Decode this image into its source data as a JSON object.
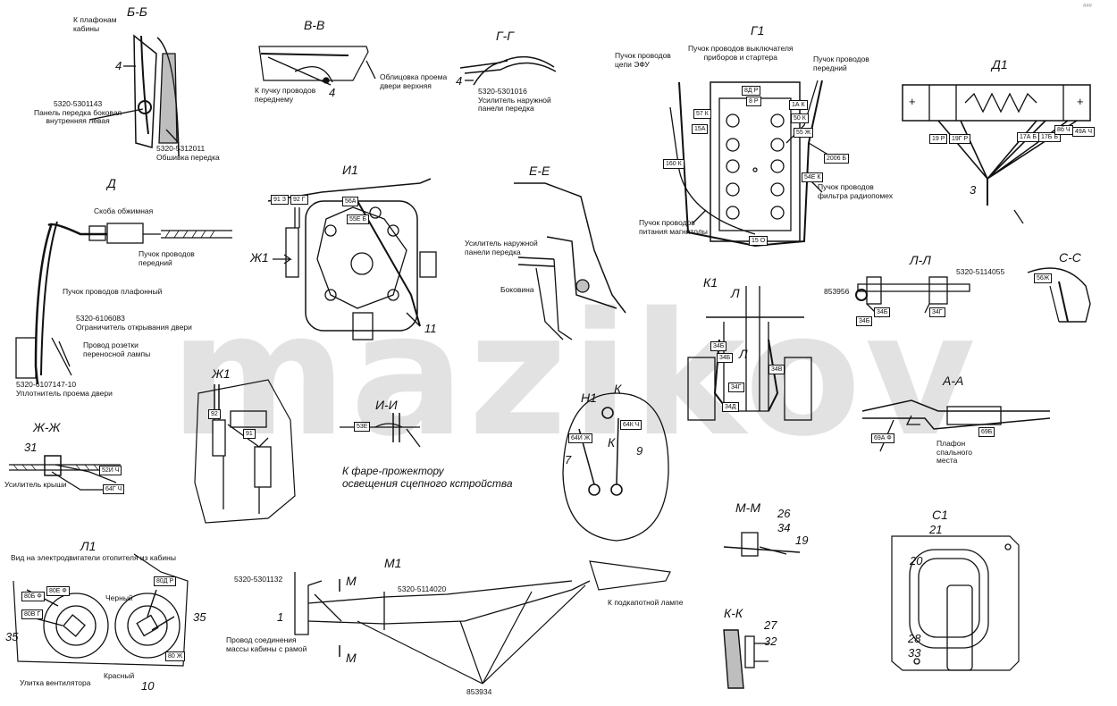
{
  "watermark": "mazikov",
  "corner_tag": "###",
  "sections": {
    "bb": "Б-Б",
    "vv": "В-В",
    "gg": "Г-Г",
    "g1": "Г1",
    "d1": "Д1",
    "d": "Д",
    "i1": "И1",
    "ee": "Е-Е",
    "zh1_arrow": "Ж1",
    "ll": "Л-Л",
    "ss": "С-С",
    "k1": "К1",
    "aa": "А-А",
    "zhzh": "Ж-Ж",
    "zh1": "Ж1",
    "ii": "И-И",
    "n1": "Н1",
    "mm": "М-М",
    "c1": "С1",
    "l1": "Л1",
    "m1": "М1",
    "kk": "К-К",
    "l_mark": "Л",
    "l_mark2": "Л",
    "k_mark": "К",
    "k_mark2": "К",
    "m_mark": "М",
    "m_mark2": "М"
  },
  "labels": {
    "bb_top": "К плафонам\nкабины",
    "bb_part1": "5320-5301143\nПанель передка боковая\nвнутренняя левая",
    "bb_part2": "5320-5312011\nОбшивка передка",
    "vv_1": "К пучку проводов\nпереднему",
    "vv_2": "Облицовка проема\nдвери верхняя",
    "gg_1": "5320-5301016\nУсилитель наружной\nпанели передка",
    "g1_efu": "Пучок проводов\nцепи ЭФУ",
    "g1_switch": "Пучок проводов выключателя\nприборов и стартера",
    "g1_front": "Пучок проводов\nпередний",
    "g1_filter": "Пучок проводов\nфильтра радиопомех",
    "g1_radio": "Пучок проводов\nпитания магнитолы",
    "d_clamp": "Скоба обжимная",
    "d_front": "Пучок проводов\nпередний",
    "d_ceiling": "Пучок проводов плафонный",
    "d_limiter": "5320-6106083\nОграничитель открывания двери",
    "d_socket": "Провод розетки\nпереносной лампы",
    "d_seal": "5320-6107147-10\nУплотнитель проема двери",
    "ee_amp": "Усилитель наружной\nпанели передка",
    "ee_side": "Боковина",
    "ll_part": "5320-5114055",
    "ll_853956": "853956",
    "aa_ceiling": "Плафон\nспального\nместа",
    "zhzh_roof": "Усилитель крыши",
    "ii_caption": "К фаре-прожектору\nосвещения сцепного кстройства",
    "l1_view": "Вид на электродвигатели отопителя из кабины",
    "l1_black": "Черный",
    "l1_red": "Красный",
    "l1_fan": "Улитка вентилятора",
    "m1_part1": "5320-5301132",
    "m1_part2": "5320-5114020",
    "m1_lamp": "К подкапотной лампе",
    "m1_ground": "Провод соединения\nмассы кабины с рамой",
    "m1_853934": "853934"
  },
  "numbers": {
    "n4a": "4",
    "n4b": "4",
    "n4c": "4",
    "n3": "3",
    "n11": "11",
    "n31": "31",
    "n7": "7",
    "n9": "9",
    "n26": "26",
    "n34": "34",
    "n19": "19",
    "n21": "21",
    "n20": "20",
    "n28": "28",
    "n33": "33",
    "n35a": "35",
    "n35b": "35",
    "n10": "10",
    "n1": "1",
    "n27": "27",
    "n32": "32",
    "plus1": "+",
    "plus2": "+"
  },
  "wire_tags": {
    "g1": [
      "8Д Р",
      "8 Р",
      "1А К",
      "57 К",
      "50 К",
      "15А",
      "55 Ж",
      "160 К",
      "2006 Б",
      "54Е К",
      "15 О"
    ],
    "d1": [
      "19 Р",
      "19Г Р",
      "17А Б",
      "17Б Б",
      "8б Ч",
      "49А Ч"
    ],
    "i1": [
      "91 З",
      "92 Г",
      "56А",
      "55Е Б"
    ],
    "ii": [
      "53Е"
    ],
    "zhzh": [
      "52И Ч",
      "64Г Ч"
    ],
    "n1": [
      "64И Ж",
      "64К Ч"
    ],
    "ll": [
      "34Б",
      "34Г",
      "34Б"
    ],
    "k1": [
      "34Б",
      "34Б",
      "34Г",
      "34Д",
      "34В"
    ],
    "aa": [
      "69А Ф",
      "69Б"
    ],
    "ss": [
      "56Ж"
    ],
    "zh1": [
      "92",
      "91"
    ],
    "l1": [
      "80Б Ф",
      "80Е Ф",
      "80В Г",
      "80Д Р",
      "80 Ж"
    ]
  }
}
